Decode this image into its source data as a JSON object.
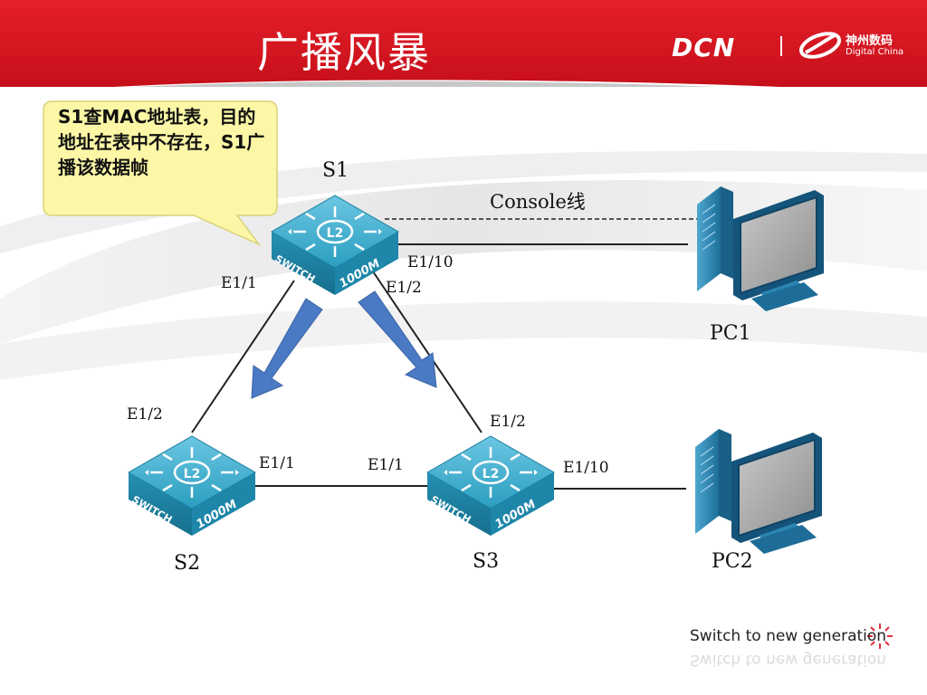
{
  "slide": {
    "title": "广播风暴",
    "brand": {
      "logo_text": "DCN",
      "name_cn": "神州数码",
      "name_en": "Digital China"
    },
    "colors": {
      "header_red": "#d8121e",
      "arrow_blue": "#4a7ac4",
      "callout_fill": "#fbf7a6",
      "switch_teal": "#2a9ec0"
    },
    "slogan": "Switch to new generation"
  },
  "callout": {
    "text": "S1查MAC地址表，目的地址在表中不存在，S1广播该数据帧"
  },
  "devices": {
    "s1": {
      "label": "S1",
      "face_label": "L2",
      "side_label": "SWITCH",
      "speed_label": "1000M"
    },
    "s2": {
      "label": "S2",
      "face_label": "L2",
      "side_label": "SWITCH",
      "speed_label": "1000M"
    },
    "s3": {
      "label": "S3",
      "face_label": "L2",
      "side_label": "SWITCH",
      "speed_label": "1000M"
    },
    "pc1": {
      "label": "PC1"
    },
    "pc2": {
      "label": "PC2"
    }
  },
  "links": {
    "console_label": "Console线",
    "s1_e1_1": "E1/1",
    "s1_e1_2": "E1/2",
    "s1_e1_10": "E1/10",
    "s2_e1_2": "E1/2",
    "s2_e1_1": "E1/1",
    "s3_e1_1": "E1/1",
    "s3_e1_2": "E1/2",
    "s3_e1_10": "E1/10"
  }
}
